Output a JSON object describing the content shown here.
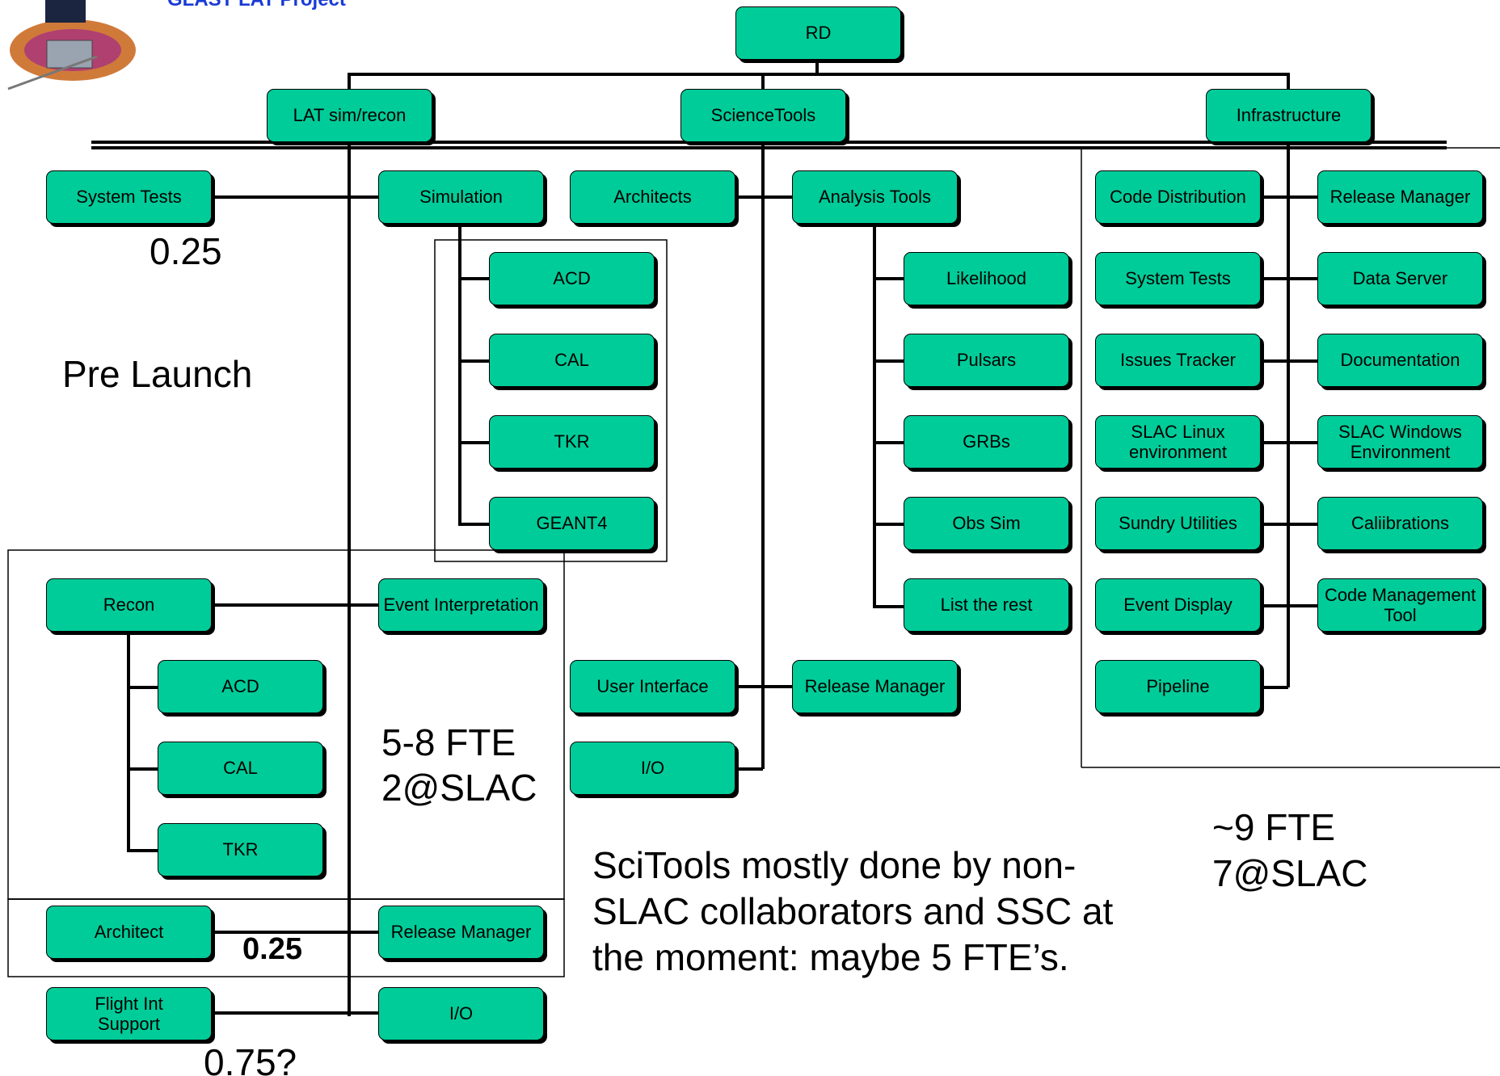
{
  "header": {
    "title": "GLAST LAT Project"
  },
  "nodes": {
    "rd": "RD",
    "lat_sim_recon": "LAT sim/recon",
    "sciencetools": "ScienceTools",
    "infrastructure": "Infrastructure",
    "system_tests": "System Tests",
    "simulation": "Simulation",
    "sim_acd": "ACD",
    "sim_cal": "CAL",
    "sim_tkr": "TKR",
    "sim_geant4": "GEANT4",
    "recon": "Recon",
    "event_interpretation": "Event Interpretation",
    "recon_acd": "ACD",
    "recon_cal": "CAL",
    "recon_tkr": "TKR",
    "architect": "Architect",
    "release_manager_lat": "Release Manager",
    "flight_int_support_1": "Flight Int",
    "flight_int_support_2": "Support",
    "io_lat": "I/O",
    "architects": "Architects",
    "analysis_tools": "Analysis Tools",
    "likelihood": "Likelihood",
    "pulsars": "Pulsars",
    "grbs": "GRBs",
    "obs_sim": "Obs Sim",
    "list_the_rest": "List the rest",
    "user_interface": "User Interface",
    "release_manager_sci": "Release Manager",
    "io_sci": "I/O",
    "code_distribution": "Code Distribution",
    "release_manager_infra": "Release Manager",
    "system_tests_infra": "System Tests",
    "data_server": "Data Server",
    "issues_tracker": "Issues Tracker",
    "documentation": "Documentation",
    "slac_linux_1": "SLAC Linux",
    "slac_linux_2": "environment",
    "slac_windows_1": "SLAC Windows",
    "slac_windows_2": "Environment",
    "sundry_utilities": "Sundry Utilities",
    "calibrations": "Caliibrations",
    "event_display": "Event Display",
    "code_mgmt_1": "Code Management",
    "code_mgmt_2": "Tool",
    "pipeline": "Pipeline"
  },
  "annotations": {
    "system_tests_fte": "0.25",
    "pre_launch": "Pre Launch",
    "lat_fte_1": "5-8 FTE",
    "lat_fte_2": "2@SLAC",
    "architect_fte": "0.25",
    "flight_fte": "0.75?",
    "infra_fte_1": "~9 FTE",
    "infra_fte_2": "7@SLAC",
    "scitools_note_1": "SciTools mostly done by non-",
    "scitools_note_2": "SLAC collaborators and SSC at",
    "scitools_note_3": "the moment: maybe 5 FTE’s."
  },
  "colors": {
    "node_fill": "#00cc99",
    "header_text": "#1a3bd6",
    "line": "#000000"
  }
}
